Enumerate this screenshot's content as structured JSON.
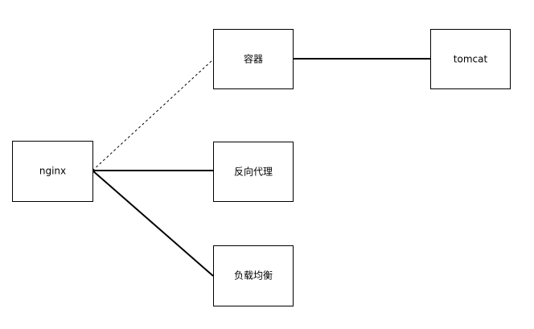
{
  "diagram": {
    "nodes": {
      "nginx": {
        "label": "nginx"
      },
      "container": {
        "label": "容器"
      },
      "tomcat": {
        "label": "tomcat"
      },
      "reverse_proxy": {
        "label": "反向代理"
      },
      "load_balance": {
        "label": "负载均衡"
      }
    },
    "edges": [
      {
        "from": "nginx",
        "to": "container",
        "style": "dashed"
      },
      {
        "from": "nginx",
        "to": "reverse_proxy",
        "style": "solid"
      },
      {
        "from": "nginx",
        "to": "load_balance",
        "style": "solid"
      },
      {
        "from": "container",
        "to": "tomcat",
        "style": "solid"
      }
    ]
  }
}
